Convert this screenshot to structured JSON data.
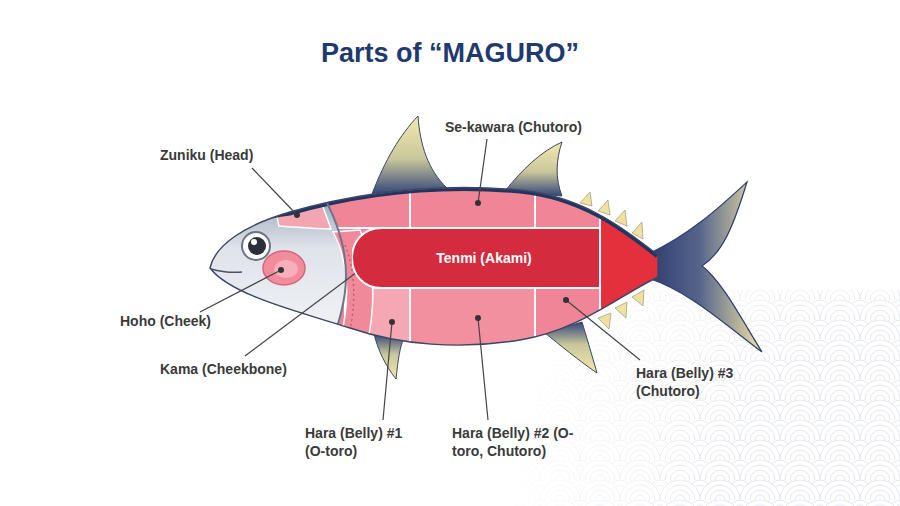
{
  "diagram": {
    "title": "Parts of “MAGURO”",
    "nodes": [
      {
        "text": [
          "Tenmi (Akami)"
        ]
      }
    ],
    "labels": [
      "Zuniku (Head)",
      "Se-kawara (Chutoro)",
      "Hoho (Cheek)",
      "Kama (Cheekbone)",
      "Hara (Belly) #1 (O-toro)",
      "Hara (Belly) #2 (O-toro, Chutoro)",
      "Hara (Belly) #3 (Chutoro)"
    ]
  }
}
